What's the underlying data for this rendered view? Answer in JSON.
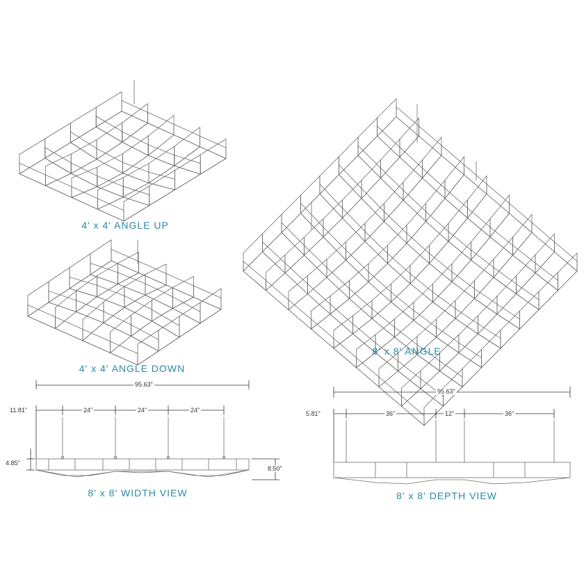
{
  "captions": {
    "up": "4' x 4' ANGLE UP",
    "down": "4' x 4' ANGLE DOWN",
    "big": "8' x 8' ANGLE",
    "width": "8' x 8' WIDTH VIEW",
    "depth": "8' x 8' DEPTH VIEW"
  },
  "width_view": {
    "overall": "95.63\"",
    "offset": "11.81\"",
    "spacings": [
      "24\"",
      "24\"",
      "24\""
    ],
    "panel_height": "4.85\"",
    "total_height": "8.50\""
  },
  "depth_view": {
    "overall": "95.63\"",
    "offset": "5.81\"",
    "spacings": [
      "36\"",
      "12\"",
      "36\""
    ]
  },
  "colors": {
    "caption": "#2a8aa5",
    "line": "#6b6b6b"
  }
}
